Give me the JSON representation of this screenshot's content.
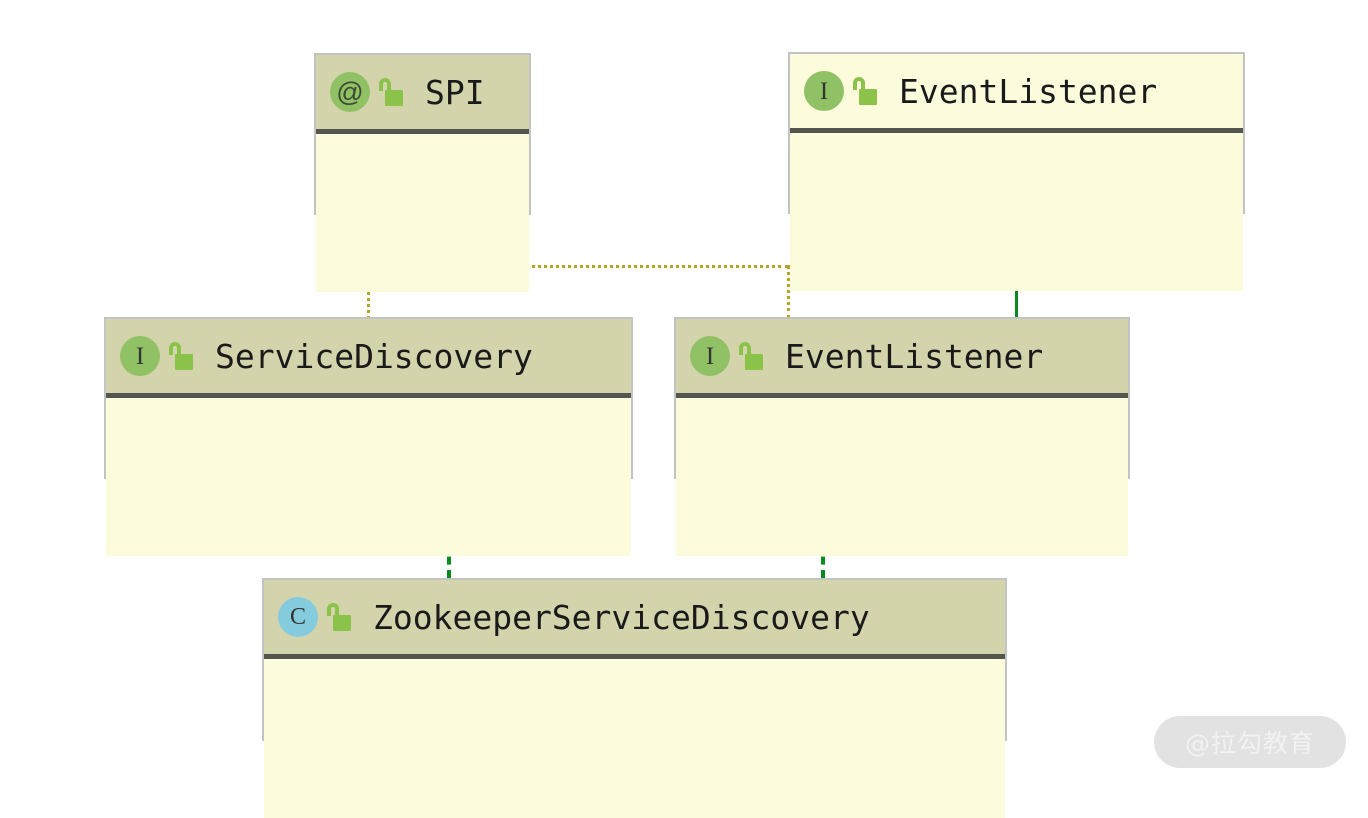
{
  "diagram": {
    "type": "uml-class-diagram",
    "background_color": "#ffffff",
    "palette": {
      "header_olive": "#d4d4ac",
      "header_pale": "#fcfbdc",
      "body_yellow": "#fcfbdc",
      "box_border": "#c3c3c3",
      "header_divider": "#555550",
      "interface_badge": "#91c165",
      "class_badge": "#84cbdd",
      "lock_green": "#8bc34a",
      "arrow_green": "#068214",
      "dotted_olive": "#b3a42a",
      "title_text": "#1a1a1a"
    },
    "nodes": [
      {
        "id": "spi",
        "name": "SPI",
        "stereotype": "@",
        "stereotype_name": "annotation",
        "visibility_icon": "open-padlock-icon",
        "header_style": "olive",
        "members": []
      },
      {
        "id": "event-listener-top",
        "name": "EventListener",
        "stereotype": "I",
        "stereotype_name": "interface",
        "visibility_icon": "open-padlock-icon",
        "header_style": "pale",
        "members": []
      },
      {
        "id": "service-discovery",
        "name": "ServiceDiscovery",
        "stereotype": "I",
        "stereotype_name": "interface",
        "visibility_icon": "open-padlock-icon",
        "header_style": "olive",
        "members": []
      },
      {
        "id": "event-listener-mid",
        "name": "EventListener",
        "stereotype": "I",
        "stereotype_name": "interface",
        "visibility_icon": "open-padlock-icon",
        "header_style": "olive",
        "members": []
      },
      {
        "id": "zookeeper-service-discovery",
        "name": "ZookeeperServiceDiscovery",
        "stereotype": "C",
        "stereotype_name": "class",
        "visibility_icon": "open-padlock-icon",
        "header_style": "olive",
        "members": []
      }
    ],
    "edges": [
      {
        "id": "spi-to-service-discovery",
        "from": "spi",
        "to": "service-discovery",
        "style": "dotted",
        "color": "#b3a42a",
        "arrowhead": "none",
        "relation": "annotated-with"
      },
      {
        "id": "spi-to-event-listener-mid",
        "from": "spi",
        "to": "event-listener-mid",
        "style": "dotted",
        "color": "#b3a42a",
        "arrowhead": "none",
        "relation": "annotated-with"
      },
      {
        "id": "event-listener-mid-to-event-listener-top",
        "from": "event-listener-mid",
        "to": "event-listener-top",
        "style": "solid",
        "color": "#068214",
        "arrowhead": "triangle-up",
        "relation": "extends"
      },
      {
        "id": "zookeeper-to-service-discovery",
        "from": "zookeeper-service-discovery",
        "to": "service-discovery",
        "style": "dashed",
        "color": "#068214",
        "arrowhead": "triangle-up",
        "relation": "implements"
      },
      {
        "id": "zookeeper-to-event-listener-mid",
        "from": "zookeeper-service-discovery",
        "to": "event-listener-mid",
        "style": "dashed",
        "color": "#068214",
        "arrowhead": "triangle-up",
        "relation": "implements"
      }
    ]
  },
  "watermark": {
    "text": "@拉勾教育"
  }
}
